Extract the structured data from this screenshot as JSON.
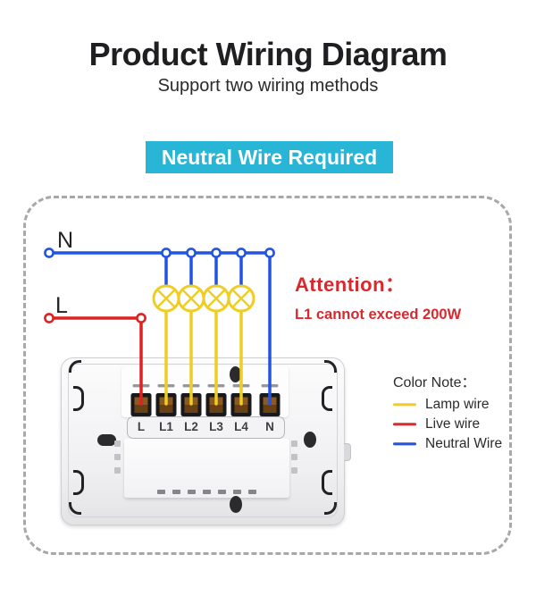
{
  "header": {
    "title": "Product Wiring Diagram",
    "subtitle": "Support two wiring methods",
    "banner": "Neutral Wire Required"
  },
  "diagram": {
    "neutral_label": "N",
    "live_label": "L",
    "lamp_count": 4,
    "attention": {
      "title": "Attention：",
      "text": "L1 cannot exceed 200W"
    }
  },
  "panel": {
    "terminals": [
      {
        "label": "L",
        "wire": "live"
      },
      {
        "label": "L1",
        "wire": "lamp"
      },
      {
        "label": "L2",
        "wire": "lamp"
      },
      {
        "label": "L3",
        "wire": "lamp"
      },
      {
        "label": "L4",
        "wire": "lamp"
      },
      {
        "label": "N",
        "wire": "neutral"
      }
    ]
  },
  "legend": {
    "title": "Color Note：",
    "items": [
      {
        "label": "Lamp wire",
        "color": "#eecd24"
      },
      {
        "label": "Live wire",
        "color": "#d92b2b"
      },
      {
        "label": "Neutral Wire",
        "color": "#2254e0"
      }
    ]
  },
  "colors": {
    "banner_bg": "#29b5d6",
    "lamp_wire": "#eecd24",
    "live_wire": "#e02121",
    "neutral_wire": "#2254e0",
    "attention_text": "#d9282e",
    "dashed_border": "#a8a8a8"
  }
}
